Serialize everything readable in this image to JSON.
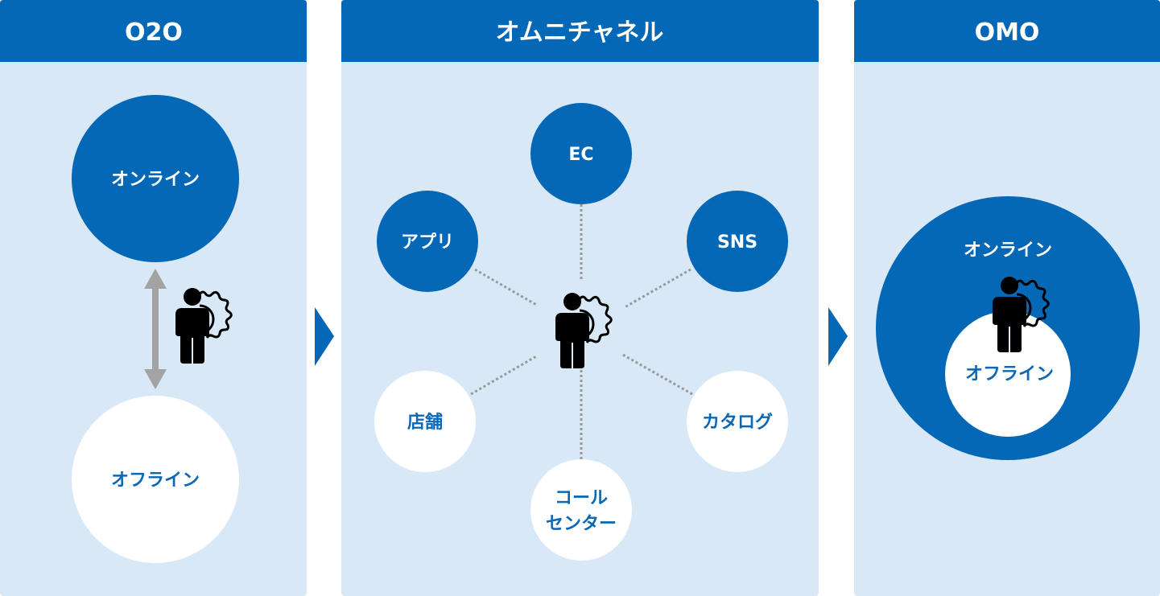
{
  "colors": {
    "primary": "#0468b6",
    "panel": "#d8e8f6",
    "arrow": "#a3a3a3"
  },
  "panels": [
    {
      "title": "O2O",
      "online": "オンライン",
      "offline": "オフライン"
    },
    {
      "title": "オムニチャネル",
      "channels": {
        "ec": "EC",
        "app": "アプリ",
        "sns": "SNS",
        "store": "店舗",
        "catalog": "カタログ",
        "call_center_line1": "コール",
        "call_center_line2": "センター"
      }
    },
    {
      "title": "OMO",
      "online": "オンライン",
      "offline": "オフライン"
    }
  ],
  "icons": [
    "customer-person-gear-icon",
    "double-arrow-icon",
    "chevron-right-icon"
  ]
}
